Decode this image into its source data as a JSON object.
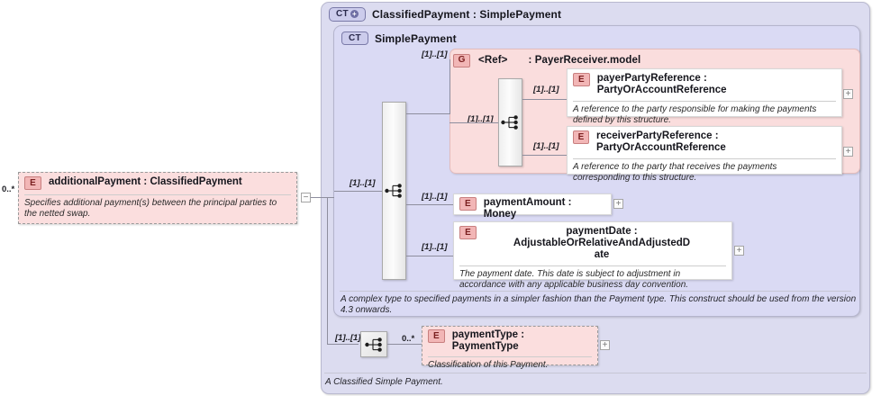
{
  "diagram": {
    "type": "xsd-schema-diagram",
    "root_element": {
      "icon": "element-badge",
      "icon_label": "E",
      "name": "additionalPayment : ClassifiedPayment",
      "documentation": "Specifies additional payment(s) between the principal parties to the netted swap.",
      "occurrence": "0..*",
      "expander": "−"
    },
    "complex_type_outer": {
      "icon": "complextype-plus-badge",
      "icon_label": "CT",
      "icon_plus": "+",
      "title": "ClassifiedPayment : SimplePayment",
      "documentation": "A Classified Simple Payment."
    },
    "complex_type_inner": {
      "icon": "complextype-badge",
      "icon_label": "CT",
      "title": "SimplePayment",
      "documentation": "A complex type to specified payments in a simpler fashion than the Payment type. This construct should be used from the version 4.3 onwards."
    },
    "group_ref": {
      "icon": "group-badge",
      "icon_label": "G",
      "ref_label": "<Ref>",
      "name": ": PayerReceiver.model",
      "multiplicity": "[1]..[1]"
    },
    "sequence_icons": {
      "inner_sequence": "sequence-icon",
      "main_sequence": "sequence-icon",
      "bottom_sequence": "sequence-icon"
    },
    "children_of_group": [
      {
        "icon_label": "E",
        "name": "payerPartyReference : PartyOrAccountReference",
        "documentation": "A reference to the party responsible for making the payments defined by this structure.",
        "multiplicity": "[1]..[1]",
        "expander": "+"
      },
      {
        "icon_label": "E",
        "name": "receiverPartyReference : PartyOrAccountReference",
        "documentation": "A reference to the party that receives the payments corresponding to this structure.",
        "multiplicity": "[1]..[1]",
        "expander": "+"
      }
    ],
    "children_of_simplepayment": [
      {
        "icon_label": "E",
        "name": "paymentAmount : Money",
        "documentation": "",
        "multiplicity": "[1]..[1]",
        "expander": "+"
      },
      {
        "icon_label": "E",
        "name_line1": "paymentDate : AdjustableOrRelativeAndAdjustedD",
        "name_line2": "ate",
        "documentation": "The payment date. This date is subject to adjustment in accordance with any applicable business day convention.",
        "multiplicity": "[1]..[1]",
        "expander": "+"
      }
    ],
    "payment_type": {
      "icon_label": "E",
      "name": "paymentType : PaymentType",
      "documentation": "Classification of this Payment.",
      "multiplicity_left": "[1]..[1]",
      "occurrence": "0..*",
      "expander": "+"
    },
    "multiplicities": {
      "root_to_ct": "[1]..[1]",
      "group_ref": "[1]..[1]",
      "payment_amount": "[1]..[1]",
      "payment_date": "[1]..[1]",
      "payer": "[1]..[1]",
      "receiver": "[1]..[1]",
      "payment_type": "[1]..[1]"
    },
    "colors": {
      "container_fill": "#dcdcf0",
      "inner_fill": "#dadaf4",
      "group_fill": "#fadddd",
      "element_fill": "#fbdede",
      "badge_element": "#f2b6b6",
      "badge_complextype": "#ccccec",
      "line": "#8e8e9e"
    }
  }
}
